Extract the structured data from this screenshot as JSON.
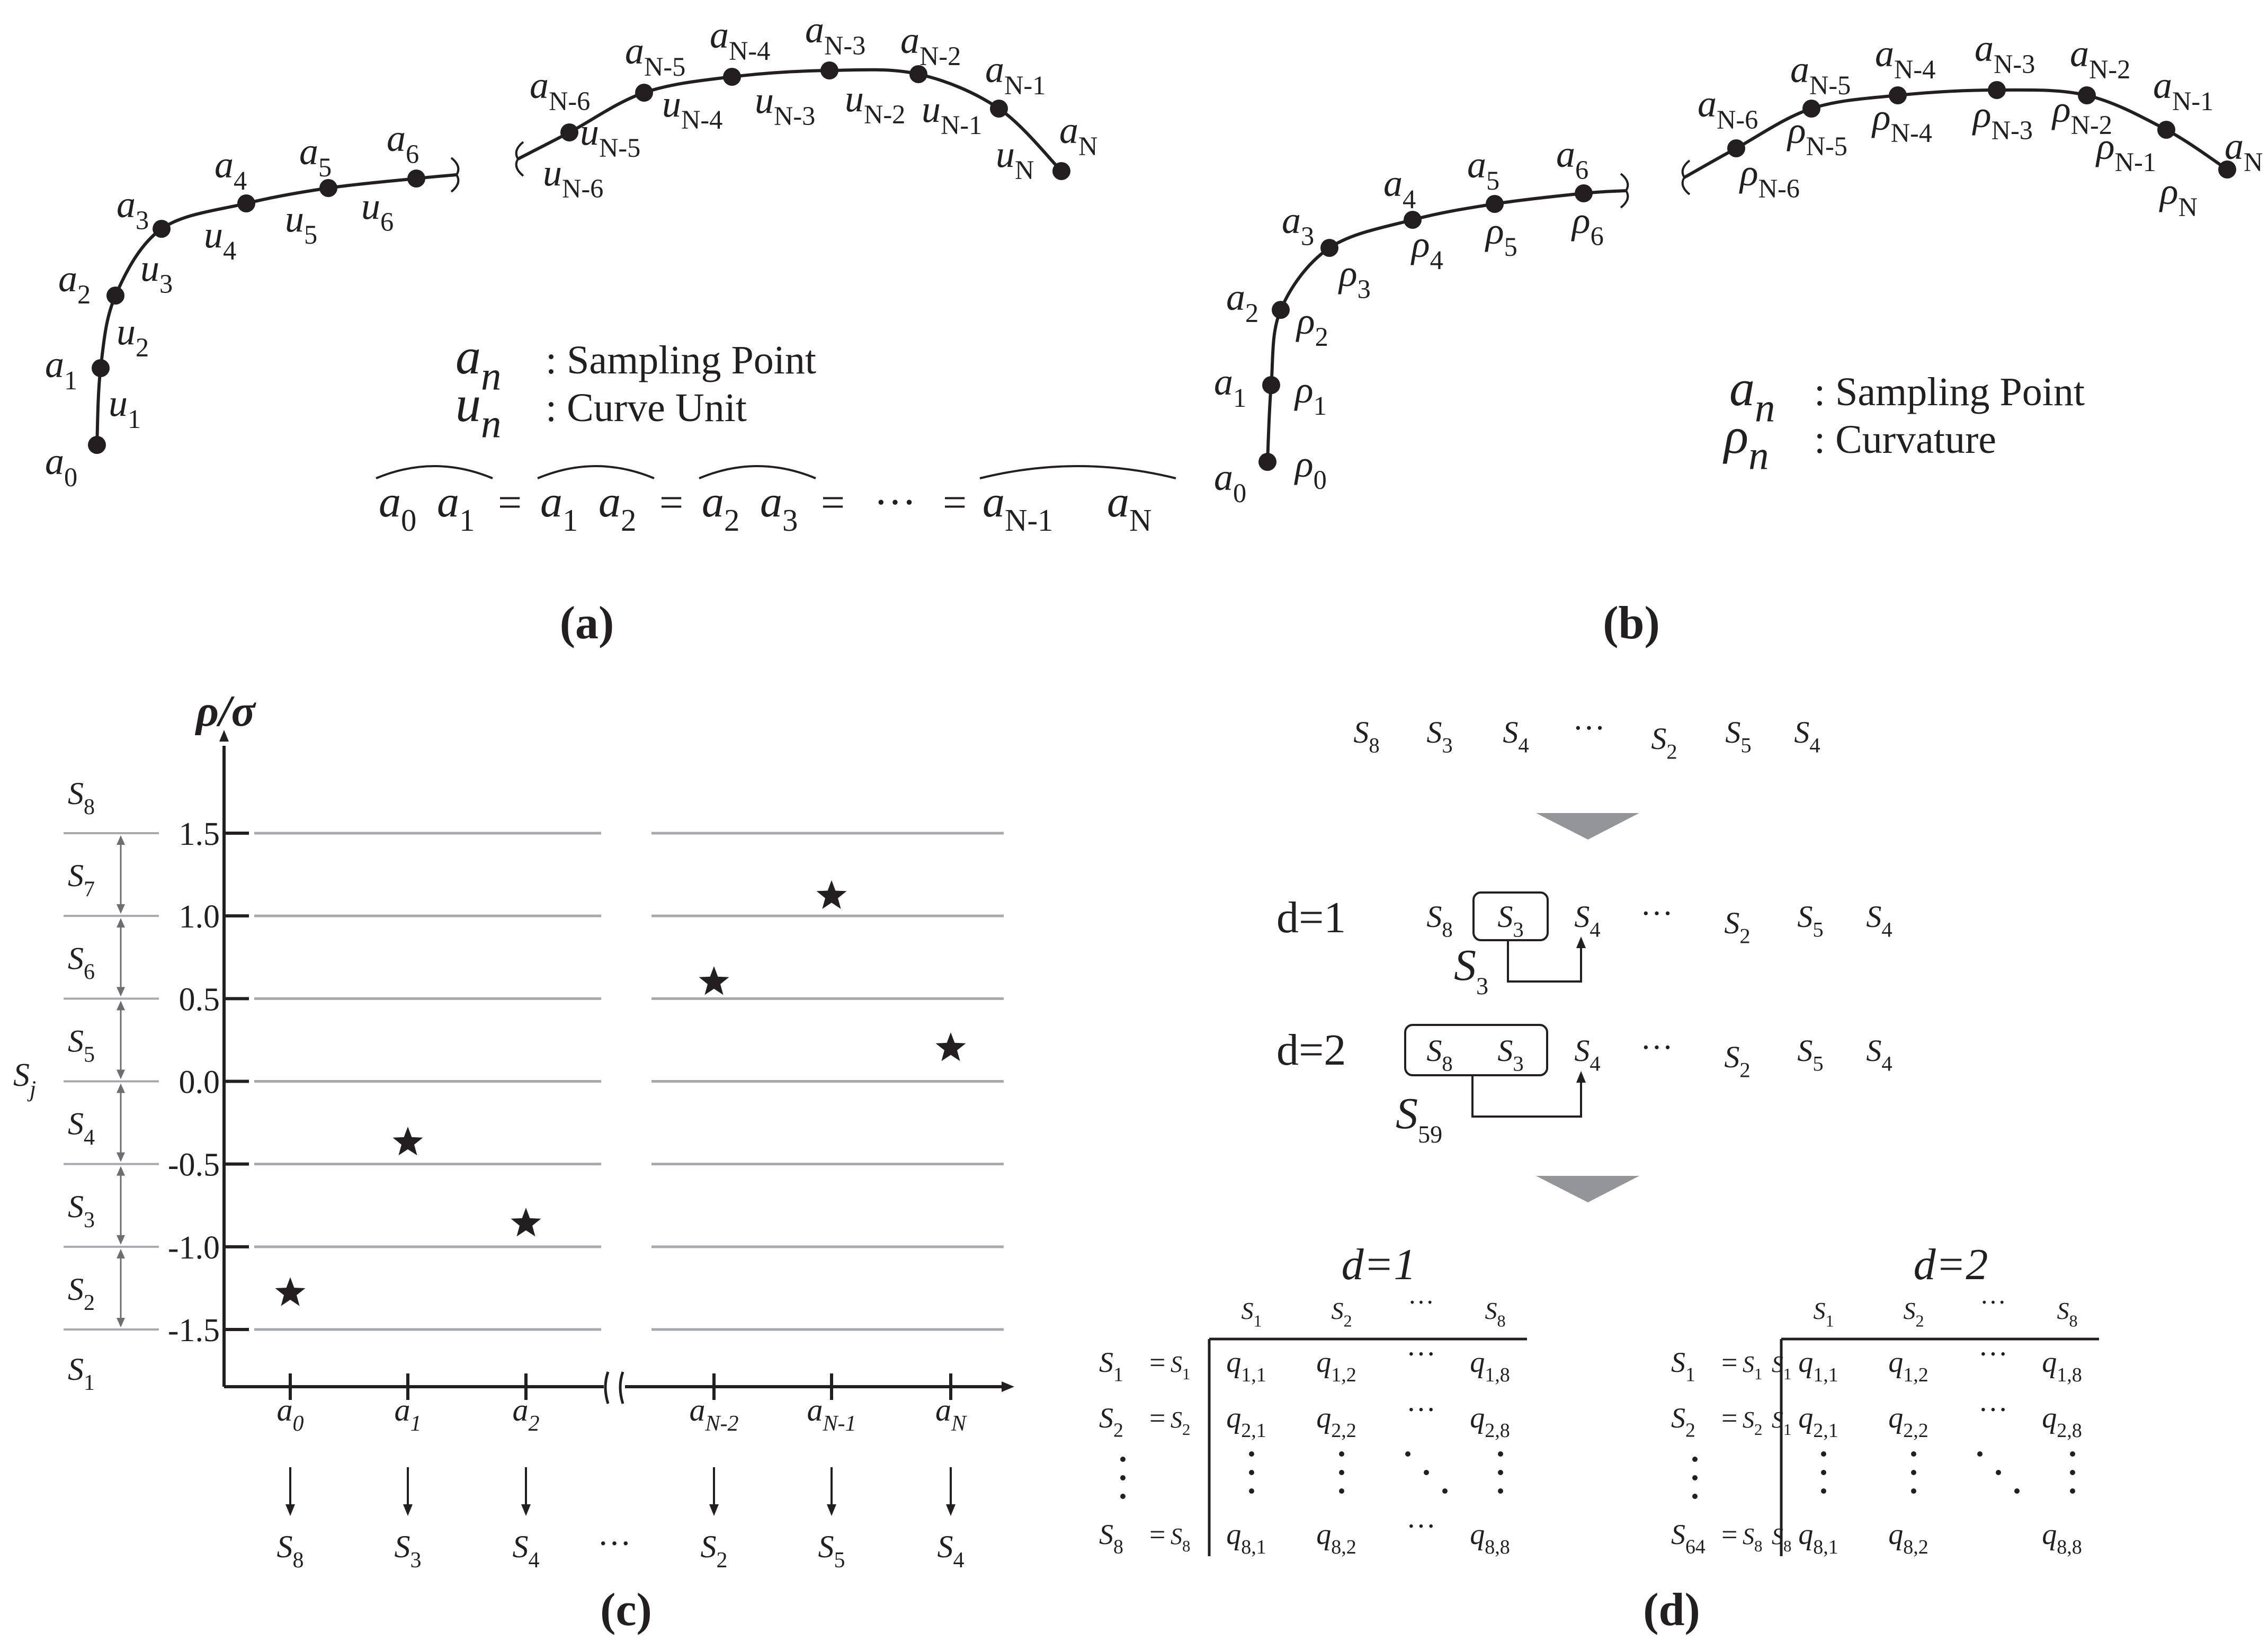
{
  "panels": {
    "a": {
      "label": "(a)",
      "points": [
        "a",
        "a",
        "a",
        "a",
        "a",
        "a",
        "a"
      ],
      "left_points": [
        {
          "base": "a",
          "sub": "0"
        },
        {
          "base": "a",
          "sub": "1"
        },
        {
          "base": "a",
          "sub": "2"
        },
        {
          "base": "a",
          "sub": "3"
        },
        {
          "base": "a",
          "sub": "4"
        },
        {
          "base": "a",
          "sub": "5"
        },
        {
          "base": "a",
          "sub": "6"
        }
      ],
      "left_units": [
        {
          "base": "u",
          "sub": "1"
        },
        {
          "base": "u",
          "sub": "2"
        },
        {
          "base": "u",
          "sub": "3"
        },
        {
          "base": "u",
          "sub": "4"
        },
        {
          "base": "u",
          "sub": "5"
        },
        {
          "base": "u",
          "sub": "6"
        }
      ],
      "right_points": [
        {
          "base": "a",
          "sub": "N-6"
        },
        {
          "base": "a",
          "sub": "N-5"
        },
        {
          "base": "a",
          "sub": "N-4"
        },
        {
          "base": "a",
          "sub": "N-3"
        },
        {
          "base": "a",
          "sub": "N-2"
        },
        {
          "base": "a",
          "sub": "N-1"
        },
        {
          "base": "a",
          "sub": "N"
        }
      ],
      "right_units": [
        {
          "base": "u",
          "sub": "N-6"
        },
        {
          "base": "u",
          "sub": "N-5"
        },
        {
          "base": "u",
          "sub": "N-4"
        },
        {
          "base": "u",
          "sub": "N-3"
        },
        {
          "base": "u",
          "sub": "N-2"
        },
        {
          "base": "u",
          "sub": "N-1"
        },
        {
          "base": "u",
          "sub": "N"
        }
      ],
      "legend": [
        {
          "sym": "a",
          "sub": "n",
          "text": ": Sampling  Point"
        },
        {
          "sym": "u",
          "sub": "n",
          "text": ": Curve  Unit"
        }
      ],
      "equation": {
        "terms": [
          {
            "a": "0",
            "b": "1"
          },
          {
            "a": "1",
            "b": "2"
          },
          {
            "a": "2",
            "b": "3"
          }
        ],
        "ellipsis": "···",
        "last": {
          "a": "N-1",
          "b": "N"
        }
      }
    },
    "b": {
      "label": "(b)",
      "left_points": [
        {
          "base": "a",
          "sub": "0"
        },
        {
          "base": "a",
          "sub": "1"
        },
        {
          "base": "a",
          "sub": "2"
        },
        {
          "base": "a",
          "sub": "3"
        },
        {
          "base": "a",
          "sub": "4"
        },
        {
          "base": "a",
          "sub": "5"
        },
        {
          "base": "a",
          "sub": "6"
        }
      ],
      "left_curv": [
        {
          "base": "ρ",
          "sub": "0"
        },
        {
          "base": "ρ",
          "sub": "1"
        },
        {
          "base": "ρ",
          "sub": "2"
        },
        {
          "base": "ρ",
          "sub": "3"
        },
        {
          "base": "ρ",
          "sub": "4"
        },
        {
          "base": "ρ",
          "sub": "5"
        },
        {
          "base": "ρ",
          "sub": "6"
        }
      ],
      "right_points": [
        {
          "base": "a",
          "sub": "N-6"
        },
        {
          "base": "a",
          "sub": "N-5"
        },
        {
          "base": "a",
          "sub": "N-4"
        },
        {
          "base": "a",
          "sub": "N-3"
        },
        {
          "base": "a",
          "sub": "N-2"
        },
        {
          "base": "a",
          "sub": "N-1"
        },
        {
          "base": "a",
          "sub": "N"
        }
      ],
      "right_curv": [
        {
          "base": "ρ",
          "sub": "N-6"
        },
        {
          "base": "ρ",
          "sub": "N-5"
        },
        {
          "base": "ρ",
          "sub": "N-4"
        },
        {
          "base": "ρ",
          "sub": "N-3"
        },
        {
          "base": "ρ",
          "sub": "N-2"
        },
        {
          "base": "ρ",
          "sub": "N-1"
        },
        {
          "base": "ρ",
          "sub": "N"
        }
      ],
      "legend": [
        {
          "sym": "a",
          "sub": "n",
          "text": ": Sampling  Point"
        },
        {
          "sym": "ρ",
          "sub": "n",
          "text": ": Curvature"
        }
      ]
    },
    "c": {
      "label": "(c)",
      "y_axis_label": "ρ/σ",
      "side_label": {
        "base": "S",
        "sub": "j"
      },
      "ticks": [
        "1.5",
        "1.0",
        "0.5",
        "0.0",
        "-0.5",
        "-1.0",
        "-1.5"
      ],
      "tick_values": [
        1.5,
        1.0,
        0.5,
        0.0,
        -0.5,
        -1.0,
        -1.5
      ],
      "bands": [
        {
          "base": "S",
          "sub": "8"
        },
        {
          "base": "S",
          "sub": "7"
        },
        {
          "base": "S",
          "sub": "6"
        },
        {
          "base": "S",
          "sub": "5"
        },
        {
          "base": "S",
          "sub": "4"
        },
        {
          "base": "S",
          "sub": "3"
        },
        {
          "base": "S",
          "sub": "2"
        },
        {
          "base": "S",
          "sub": "1"
        }
      ],
      "x_labels": [
        {
          "base": "a",
          "sub": "0"
        },
        {
          "base": "a",
          "sub": "1"
        },
        {
          "base": "a",
          "sub": "2"
        },
        {
          "base": "a",
          "sub": "N-2"
        },
        {
          "base": "a",
          "sub": "N-1"
        },
        {
          "base": "a",
          "sub": "N"
        }
      ],
      "values": [
        -1.28,
        -0.37,
        -0.86,
        0.6,
        1.12,
        0.2
      ],
      "symbols": [
        {
          "base": "S",
          "sub": "8"
        },
        {
          "base": "S",
          "sub": "3"
        },
        {
          "base": "S",
          "sub": "4"
        },
        {
          "base": "S",
          "sub": "2"
        },
        {
          "base": "S",
          "sub": "5"
        },
        {
          "base": "S",
          "sub": "4"
        }
      ],
      "ellipsis": "···"
    },
    "d": {
      "label": "(d)",
      "sequence": [
        {
          "base": "S",
          "sub": "8"
        },
        {
          "base": "S",
          "sub": "3"
        },
        {
          "base": "S",
          "sub": "4"
        },
        {
          "base": "ellipsis",
          "sub": ""
        },
        {
          "base": "S",
          "sub": "2"
        },
        {
          "base": "S",
          "sub": "5"
        },
        {
          "base": "S",
          "sub": "4"
        }
      ],
      "d1": {
        "label": "d=1",
        "combined": {
          "base": "S",
          "sub": "3"
        }
      },
      "d2": {
        "label": "d=2",
        "combined": {
          "base": "S",
          "sub": "59"
        }
      },
      "ellipsis": "···",
      "matrices": [
        {
          "title": "d=1",
          "cols": [
            "S1",
            "S2",
            "···",
            "S8"
          ],
          "rows": [
            {
              "lhs": "S1",
              "rhs": "S1"
            },
            {
              "lhs": "S2",
              "rhs": "S2"
            },
            {
              "lhs": "S8",
              "rhs": "S8"
            }
          ],
          "cells": [
            [
              "q1,1",
              "q1,2",
              "···",
              "q1,8"
            ],
            [
              "q2,1",
              "q2,2",
              "···",
              "q2,8"
            ],
            [
              "q8,1",
              "q8,2",
              "···",
              "q8,8"
            ]
          ]
        },
        {
          "title": "d=2",
          "cols": [
            "S1",
            "S2",
            "···",
            "S8"
          ],
          "rows": [
            {
              "lhs": "S1",
              "rhs": "S1 S1"
            },
            {
              "lhs": "S2",
              "rhs": "S2 S1"
            },
            {
              "lhs": "S64",
              "rhs": "S8 S8"
            }
          ],
          "cells": [
            [
              "q1,1",
              "q1,2",
              "···",
              "q1,8"
            ],
            [
              "q2,1",
              "q2,2",
              "···",
              "q2,8"
            ],
            [
              "q8,1",
              "q8,2",
              "",
              "q8,8"
            ]
          ]
        }
      ]
    }
  }
}
